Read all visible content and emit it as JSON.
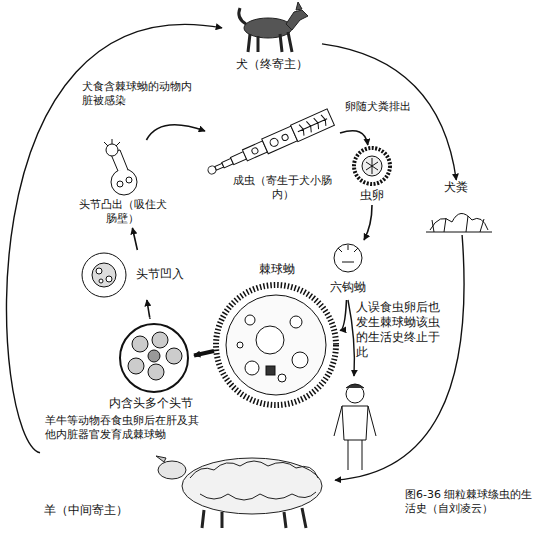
{
  "diagram": {
    "caption": "图6-36 细粒棘球绦虫的生活史（自刘凌云）",
    "nodes": [
      {
        "text": [
          "犬（终寄主）"
        ]
      },
      {
        "text": [
          "成虫（寄生于犬小肠内）"
        ]
      },
      {
        "text": [
          "虫卵"
        ]
      },
      {
        "text": [
          "犬粪"
        ]
      },
      {
        "text": [
          "头节凸出（吸住犬肠壁）"
        ]
      },
      {
        "text": [
          "头节凹入"
        ]
      },
      {
        "text": [
          "六钩蚴"
        ]
      },
      {
        "text": [
          "棘球蚴"
        ]
      },
      {
        "text": [
          "内含头多个头节"
        ]
      },
      {
        "text": [
          "羊（中间寄主）"
        ]
      }
    ],
    "edges": [
      {
        "from": 1,
        "to": 2,
        "arrow": "to"
      },
      {
        "from": 2,
        "to": 6,
        "arrow": "to"
      },
      {
        "from": 6,
        "to": 7,
        "arrow": "to"
      },
      {
        "from": 7,
        "to": 8,
        "arrow": "to"
      },
      {
        "from": 8,
        "to": 5,
        "arrow": "to"
      },
      {
        "from": 5,
        "to": 4,
        "arrow": "to"
      },
      {
        "from": 4,
        "to": 1,
        "arrow": "to"
      },
      {
        "from": 0,
        "to": 3,
        "label": "卵随犬粪排出",
        "arrow": "to"
      },
      {
        "from": 3,
        "to": 9,
        "arrow": "to"
      },
      {
        "from": 9,
        "to": 0,
        "label": "犬食含棘球蚴的动物内脏被感染",
        "arrow": "to"
      }
    ],
    "labels": [
      "人误食虫卵后也发生棘球蚴该虫的生活史终止于此",
      "羊牛等动物吞食虫卵后在肝及其他内脏器官发育成棘球蚴"
    ]
  }
}
